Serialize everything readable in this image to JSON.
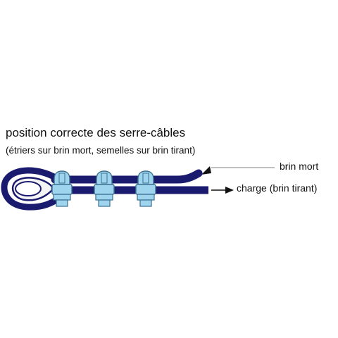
{
  "diagram": {
    "title": "position correcte des serre-câbles",
    "subtitle": "(étriers sur brin mort, semelles sur brin tirant)",
    "labels": {
      "dead_end": "brin mort",
      "load": "charge (brin tirant)"
    },
    "clamp_count": 3,
    "colors": {
      "cable": "#1a1a6e",
      "clamp": "#9ed4ee",
      "clamp_outline": "#3a6f8f",
      "thimble": "#f2f2f2",
      "pointer_line": "#9a9a9a",
      "arrow": "#111111"
    }
  }
}
